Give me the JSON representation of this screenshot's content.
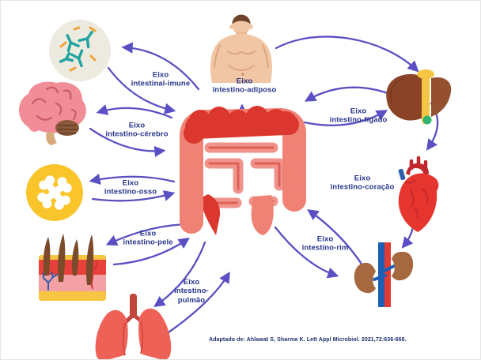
{
  "diagram_title": "Gut-organ axes (eixos intestino-órgãos)",
  "labels": {
    "immune": "Eixo\nintestinal-imune",
    "brain": "Eixo\nintestino-cérebro",
    "bone": "Eixo\nintestino-osso",
    "skin": "Eixo\nintestino-pele",
    "lung": "Eixo\nintestino-\npulmão",
    "adipose": "Eixo\nintestino-adiposo",
    "liver": "Eixo\nintestino-fígado",
    "heart": "Eixo\nintestino-coração",
    "kidney": "Eixo\nintestino-rim"
  },
  "citation": "Adaptado de: Ahlawat S, Sharma K. Lett Appl Microbiol. 2021,72:636-668.",
  "icons": {
    "center": "intestine-icon",
    "immune": "antibodies-icon",
    "brain": "brain-icon",
    "bone": "bone-icon",
    "skin": "skin-section-icon",
    "lung": "lungs-icon",
    "adipose": "overweight-torso-icon",
    "liver": "liver-icon",
    "heart": "heart-icon",
    "kidney": "kidneys-icon"
  },
  "colors": {
    "arrow": "#5B50C3",
    "label_text": "#27348B",
    "citation_text": "#1E2F6E",
    "gut_pink": "#EF8175",
    "gut_red": "#DC372F",
    "immune_circle": "#EDEADF",
    "antibody_teal": "#1FA3A0",
    "antibody_orange": "#F2A33C",
    "brain_pink": "#F18D97",
    "bone_circle_yellow": "#F9C52B",
    "skin_yellow": "#F6C643",
    "skin_red": "#E8403A",
    "skin_pink": "#F4A1A6",
    "lung_red": "#ED6157",
    "torso_skin": "#F1C6A4",
    "liver_brown": "#8A4326",
    "liver_band_yellow": "#F7C544",
    "gallbladder_green": "#2FB56F",
    "heart_red": "#E5352E",
    "kidney_brown": "#A5683F",
    "vessel_blue": "#1D5FB5",
    "vessel_red": "#E23B33"
  }
}
